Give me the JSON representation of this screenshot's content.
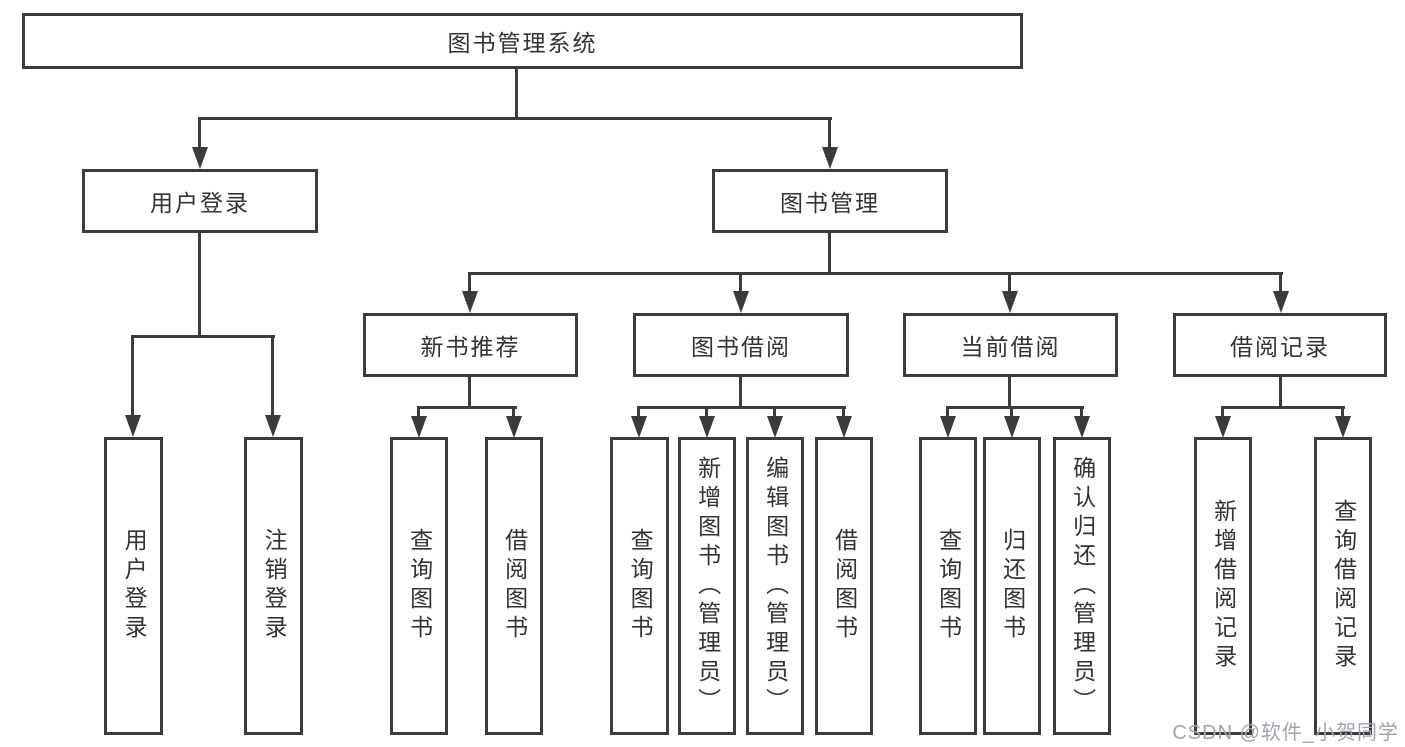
{
  "diagram": {
    "root": {
      "label": "图书管理系统"
    },
    "level2": [
      {
        "label": "用户登录"
      },
      {
        "label": "图书管理"
      }
    ],
    "level3": [
      {
        "label": "新书推荐",
        "parent": "图书管理"
      },
      {
        "label": "图书借阅",
        "parent": "图书管理"
      },
      {
        "label": "当前借阅",
        "parent": "图书管理"
      },
      {
        "label": "借阅记录",
        "parent": "图书管理"
      }
    ],
    "leaves": [
      {
        "label": "用户登录",
        "parent": "用户登录"
      },
      {
        "label": "注销登录",
        "parent": "用户登录"
      },
      {
        "label": "查询图书",
        "parent": "新书推荐"
      },
      {
        "label": "借阅图书",
        "parent": "新书推荐"
      },
      {
        "label": "查询图书",
        "parent": "图书借阅"
      },
      {
        "label": "新增图书（管理员）",
        "parent": "图书借阅"
      },
      {
        "label": "编辑图书（管理员）",
        "parent": "图书借阅"
      },
      {
        "label": "借阅图书",
        "parent": "图书借阅"
      },
      {
        "label": "查询图书",
        "parent": "当前借阅"
      },
      {
        "label": "归还图书",
        "parent": "当前借阅"
      },
      {
        "label": "确认归还（管理员）",
        "parent": "当前借阅"
      },
      {
        "label": "新增借阅记录",
        "parent": "借阅记录"
      },
      {
        "label": "查询借阅记录",
        "parent": "借阅记录"
      }
    ],
    "colors": {
      "line": "#3b3b3e",
      "box_background": "#ffffff",
      "text": "#333333"
    }
  },
  "watermark": {
    "text": "CSDN @软件_小贺同学",
    "color": "#a3a3ab"
  }
}
